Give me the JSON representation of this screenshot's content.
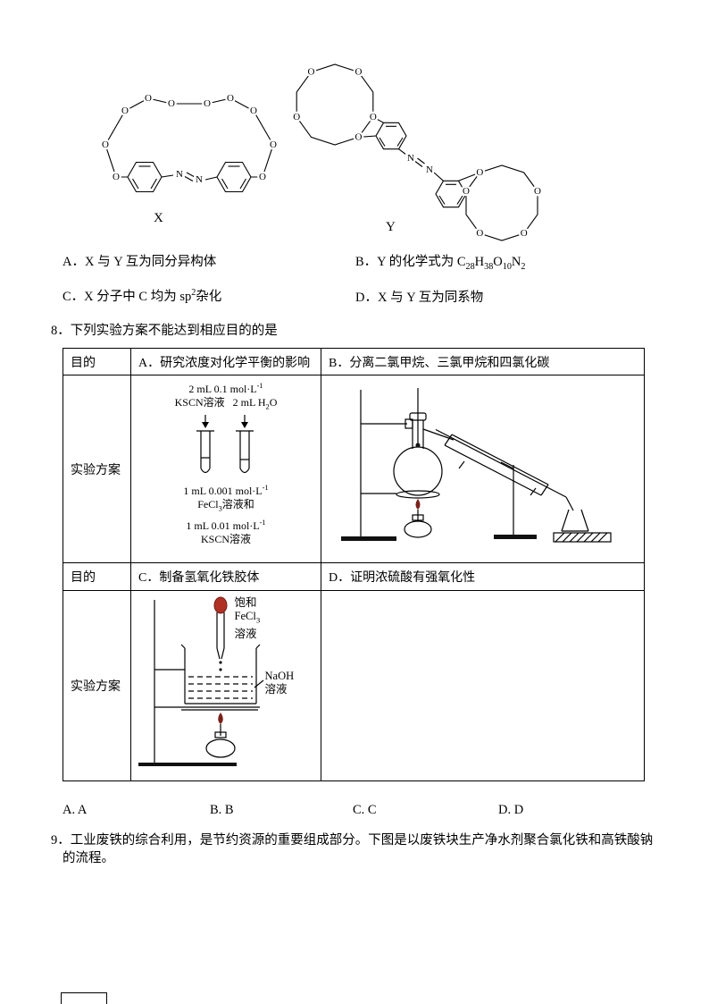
{
  "sym": {
    "O": "O",
    "N": "N"
  },
  "labels": {
    "x": "X",
    "y": "Y"
  },
  "q7": {
    "a": "A．X 与 Y 互为同分异构体",
    "b": [
      {
        "t": "B．Y 的化学式为 "
      },
      {
        "t": "C"
      },
      {
        "t": "28",
        "s": "sub"
      },
      {
        "t": "H"
      },
      {
        "t": "38",
        "s": "sub"
      },
      {
        "t": "O"
      },
      {
        "t": "10",
        "s": "sub"
      },
      {
        "t": "N"
      },
      {
        "t": "2",
        "s": "sub"
      }
    ],
    "c": [
      {
        "t": "C．X 分子中 C 均为 sp"
      },
      {
        "t": "2",
        "s": "sup"
      },
      {
        "t": "杂化"
      }
    ],
    "d": "D．X 与 Y 互为同系物"
  },
  "q8": {
    "stem": "8．下列实验方案不能达到相应目的的是",
    "purpose_label": "目的",
    "scheme_label": "实验方案",
    "cell_a": "A．研究浓度对化学平衡的影响",
    "cell_b": "B．分离二氯甲烷、三氯甲烷和四氯化碳",
    "cell_c": "C．制备氢氧化铁胶体",
    "cell_d": "D．证明浓硫酸有强氧化性",
    "diagram_a": {
      "top1": [
        {
          "t": "2 mL 0.1 mol·L"
        },
        {
          "t": "-1",
          "s": "sup"
        }
      ],
      "top2a": "KSCN溶液",
      "top2b": [
        {
          "t": "2 mL H"
        },
        {
          "t": "2",
          "s": "sub"
        },
        {
          "t": "O"
        }
      ],
      "bot1": [
        {
          "t": "1 mL 0.001 mol·L"
        },
        {
          "t": "-1",
          "s": "sup"
        }
      ],
      "bot2": [
        {
          "t": "FeCl"
        },
        {
          "t": "3",
          "s": "sub"
        },
        {
          "t": "溶液和"
        }
      ],
      "bot3": [
        {
          "t": "1 mL 0.01 mol·L"
        },
        {
          "t": "-1",
          "s": "sup"
        }
      ],
      "bot4": "KSCN溶液"
    },
    "diagram_c": {
      "sat1": "饱和",
      "sat2": [
        {
          "t": "FeCl"
        },
        {
          "t": "3",
          "s": "sub"
        }
      ],
      "sat3": "溶液",
      "naoh1": "NaOH",
      "naoh2": "溶液"
    },
    "answers": {
      "a": "A. A",
      "b": "B. B",
      "c": "C. C",
      "d": "D. D"
    }
  },
  "q9": {
    "stem": "9．工业废铁的综合利用，是节约资源的重要组成部分。下图是以废铁块生产净水剂聚合氯化铁和高铁酸钠的流程。"
  },
  "colors": {
    "flame": "#7a201a",
    "bulb": "#b03124"
  }
}
